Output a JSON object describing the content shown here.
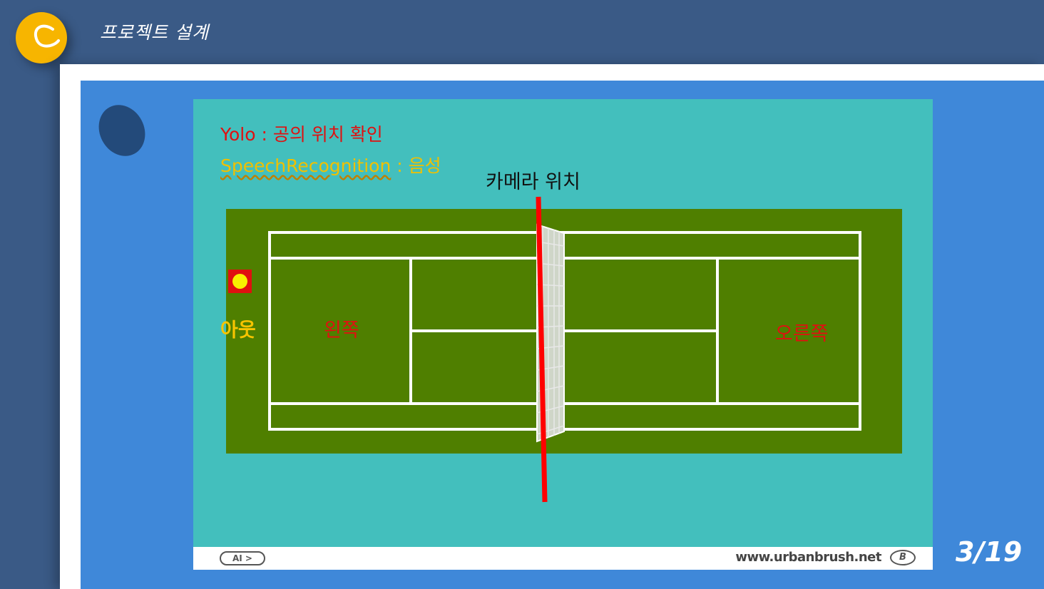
{
  "header": {
    "title": "프로젝트 설계",
    "logo_icon": "tennis-ball-icon",
    "logo_color": "#f7b500",
    "background_color": "#3a5a86"
  },
  "slide": {
    "panel_color": "#3f88d9",
    "page_number": "3/19"
  },
  "figure": {
    "background_color": "#43bfbd",
    "court_color": "#4f7f00",
    "yolo_term": "Yolo",
    "yolo_desc": " : 공의 위치 확인",
    "speech_term": "SpeechRecognition",
    "speech_desc": " : 음성",
    "camera_label": "카메라 위치",
    "out_label": "아웃",
    "left_label": "왼쪽",
    "right_label": "오른쪽",
    "ball_color": "#f8f000",
    "marker_color": "#e01010",
    "footer": {
      "badge": "AI >",
      "site": "www.urbanbrush.net",
      "mark": "B"
    }
  }
}
